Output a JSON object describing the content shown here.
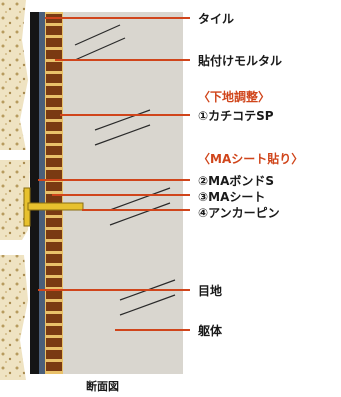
{
  "labels": {
    "tile": "タイル",
    "mortar": "貼付けモルタル",
    "substrate_header": "〈下地調整〉",
    "kachikote": "①カチコテSP",
    "ma_sheet_header": "〈MAシート貼り〉",
    "ma_bond": "②MAボンドS",
    "ma_sheet": "③MAシート",
    "anchor_pin": "④アンカーピン",
    "joint": "目地",
    "structure": "躯体"
  },
  "caption": "断面図",
  "colors": {
    "accent": "#d0451b",
    "tile": "#7a3a12",
    "mortar": "#e9c16a",
    "concrete": "#d9d6cf",
    "pin": "#e7c12e",
    "leader": "#d0451b"
  }
}
